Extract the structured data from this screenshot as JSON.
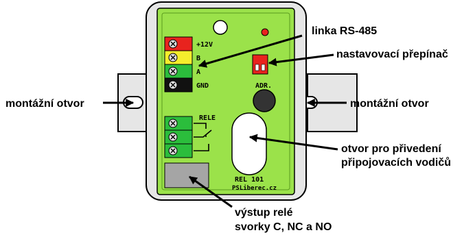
{
  "callouts": {
    "bus": "linka RS-485",
    "dip_switch": "nastavovací přepínač",
    "mount_hole_left": "montážní otvor",
    "mount_hole_right": "montážní otvor",
    "wire_hole_line1": "otvor pro přivedení",
    "wire_hole_line2": "připojovacích vodičů",
    "relay_output_line1": "výstup relé",
    "relay_output_line2": "svorky C, NC a NO"
  },
  "board": {
    "terminals": [
      "+12V",
      "B",
      "A",
      "GND"
    ],
    "terminal_colors": [
      "#e8231e",
      "#f5ee2c",
      "#2bbd3c",
      "#111111"
    ],
    "address_label": "ADR.",
    "relay_label": "RELE",
    "model": "REL 101",
    "brand": "PSLiberec.cz",
    "pcb_color": "#9be24a",
    "enclosure_color": "#e6e6e6",
    "led_color": "#e8231e",
    "switch_color": "#e8231e"
  }
}
